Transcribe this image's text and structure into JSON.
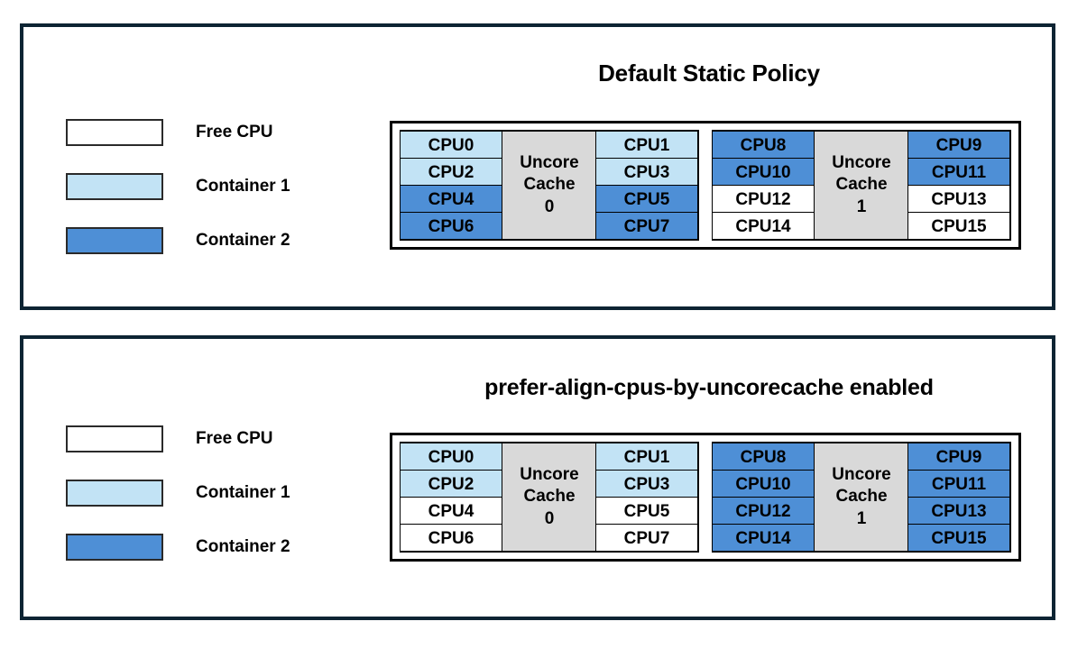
{
  "colors": {
    "free": "#ffffff",
    "container1": "#c2e3f5",
    "container2": "#4e8fd6",
    "cache": "#d9d9d9",
    "panel_border": "#0d2433",
    "cell_border": "#000000"
  },
  "legend": {
    "items": [
      {
        "label": "Free CPU",
        "fill": "#ffffff"
      },
      {
        "label": "Container 1",
        "fill": "#c2e3f5"
      },
      {
        "label": "Container 2",
        "fill": "#4e8fd6"
      }
    ]
  },
  "panels": [
    {
      "title": "Default Static Policy",
      "caches": [
        {
          "center": {
            "line1": "Uncore",
            "line2": "Cache",
            "line3": "0"
          },
          "left_col": [
            {
              "label": "CPU0",
              "fill": "#c2e3f5",
              "owner": "Container 1"
            },
            {
              "label": "CPU2",
              "fill": "#c2e3f5",
              "owner": "Container 1"
            },
            {
              "label": "CPU4",
              "fill": "#4e8fd6",
              "owner": "Container 2"
            },
            {
              "label": "CPU6",
              "fill": "#4e8fd6",
              "owner": "Container 2"
            }
          ],
          "right_col": [
            {
              "label": "CPU1",
              "fill": "#c2e3f5",
              "owner": "Container 1"
            },
            {
              "label": "CPU3",
              "fill": "#c2e3f5",
              "owner": "Container 1"
            },
            {
              "label": "CPU5",
              "fill": "#4e8fd6",
              "owner": "Container 2"
            },
            {
              "label": "CPU7",
              "fill": "#4e8fd6",
              "owner": "Container 2"
            }
          ]
        },
        {
          "center": {
            "line1": "Uncore",
            "line2": "Cache",
            "line3": "1"
          },
          "left_col": [
            {
              "label": "CPU8",
              "fill": "#4e8fd6",
              "owner": "Container 2"
            },
            {
              "label": "CPU10",
              "fill": "#4e8fd6",
              "owner": "Container 2"
            },
            {
              "label": "CPU12",
              "fill": "#ffffff",
              "owner": "Free CPU"
            },
            {
              "label": "CPU14",
              "fill": "#ffffff",
              "owner": "Free CPU"
            }
          ],
          "right_col": [
            {
              "label": "CPU9",
              "fill": "#4e8fd6",
              "owner": "Container 2"
            },
            {
              "label": "CPU11",
              "fill": "#4e8fd6",
              "owner": "Container 2"
            },
            {
              "label": "CPU13",
              "fill": "#ffffff",
              "owner": "Free CPU"
            },
            {
              "label": "CPU15",
              "fill": "#ffffff",
              "owner": "Free CPU"
            }
          ]
        }
      ]
    },
    {
      "title": "prefer-align-cpus-by-uncorecache enabled",
      "caches": [
        {
          "center": {
            "line1": "Uncore",
            "line2": "Cache",
            "line3": "0"
          },
          "left_col": [
            {
              "label": "CPU0",
              "fill": "#c2e3f5",
              "owner": "Container 1"
            },
            {
              "label": "CPU2",
              "fill": "#c2e3f5",
              "owner": "Container 1"
            },
            {
              "label": "CPU4",
              "fill": "#ffffff",
              "owner": "Free CPU"
            },
            {
              "label": "CPU6",
              "fill": "#ffffff",
              "owner": "Free CPU"
            }
          ],
          "right_col": [
            {
              "label": "CPU1",
              "fill": "#c2e3f5",
              "owner": "Container 1"
            },
            {
              "label": "CPU3",
              "fill": "#c2e3f5",
              "owner": "Container 1"
            },
            {
              "label": "CPU5",
              "fill": "#ffffff",
              "owner": "Free CPU"
            },
            {
              "label": "CPU7",
              "fill": "#ffffff",
              "owner": "Free CPU"
            }
          ]
        },
        {
          "center": {
            "line1": "Uncore",
            "line2": "Cache",
            "line3": "1"
          },
          "left_col": [
            {
              "label": "CPU8",
              "fill": "#4e8fd6",
              "owner": "Container 2"
            },
            {
              "label": "CPU10",
              "fill": "#4e8fd6",
              "owner": "Container 2"
            },
            {
              "label": "CPU12",
              "fill": "#4e8fd6",
              "owner": "Container 2"
            },
            {
              "label": "CPU14",
              "fill": "#4e8fd6",
              "owner": "Container 2"
            }
          ],
          "right_col": [
            {
              "label": "CPU9",
              "fill": "#4e8fd6",
              "owner": "Container 2"
            },
            {
              "label": "CPU11",
              "fill": "#4e8fd6",
              "owner": "Container 2"
            },
            {
              "label": "CPU13",
              "fill": "#4e8fd6",
              "owner": "Container 2"
            },
            {
              "label": "CPU15",
              "fill": "#4e8fd6",
              "owner": "Container 2"
            }
          ]
        }
      ]
    }
  ]
}
